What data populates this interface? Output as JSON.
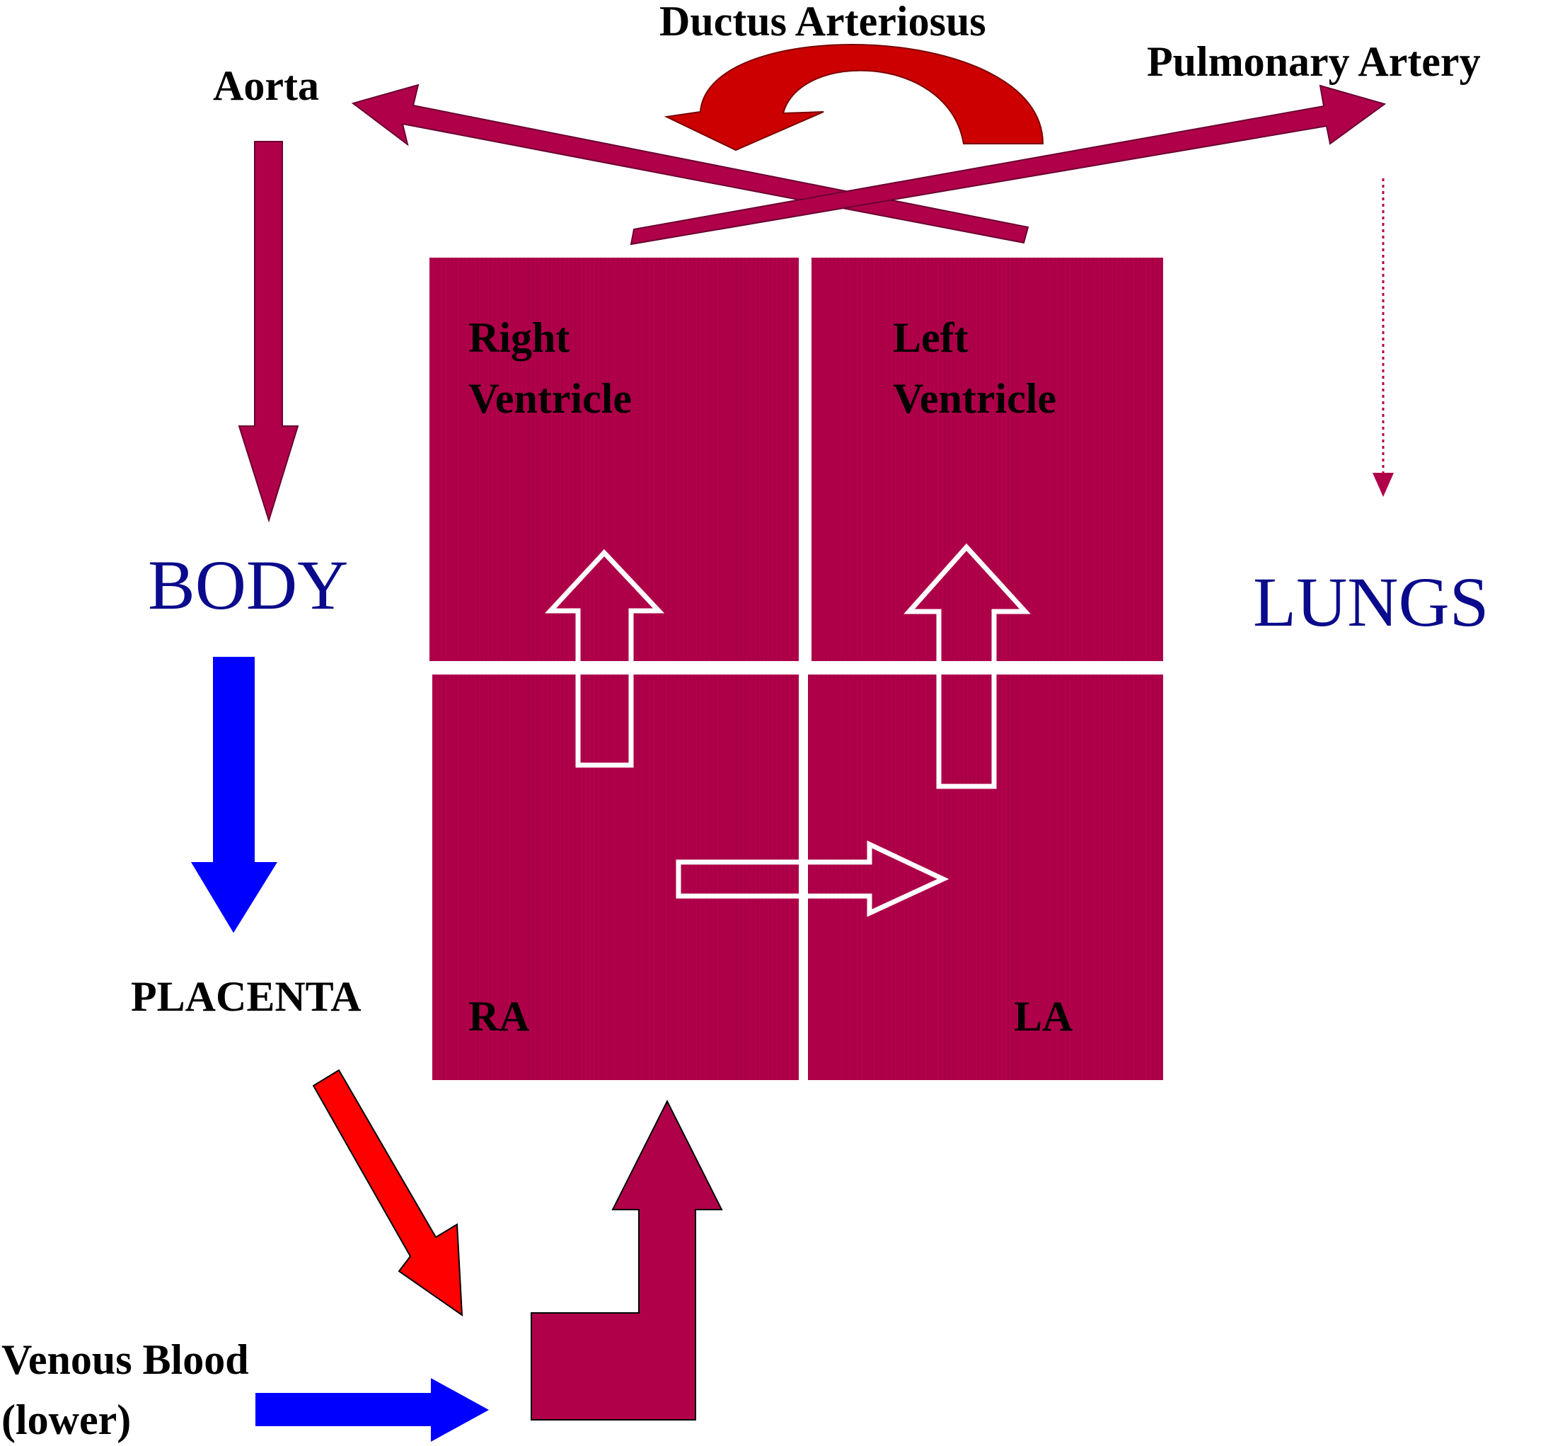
{
  "labels": {
    "ductus": "Ductus Arteriosus",
    "aorta": "Aorta",
    "pulmonary_artery": "Pulmonary Artery",
    "right_ventricle_line1": "Right",
    "right_ventricle_line2": "Ventricle",
    "left_ventricle_line1": "Left",
    "left_ventricle_line2": "Ventricle",
    "body": "BODY",
    "lungs": "LUNGS",
    "placenta": "PLACENTA",
    "ra": "RA",
    "la": "LA",
    "venous_line1": "Venous Blood",
    "venous_line2": "(lower)"
  },
  "colors": {
    "heart": "#b0004a",
    "crimson_arrow": "#b0004a",
    "blue_arrow": "#0000ff",
    "red_arrow": "#ff0000",
    "ductus_arrow": "#cc0000",
    "label_blue": "#0a0a8c",
    "outline": "#ffffff"
  }
}
